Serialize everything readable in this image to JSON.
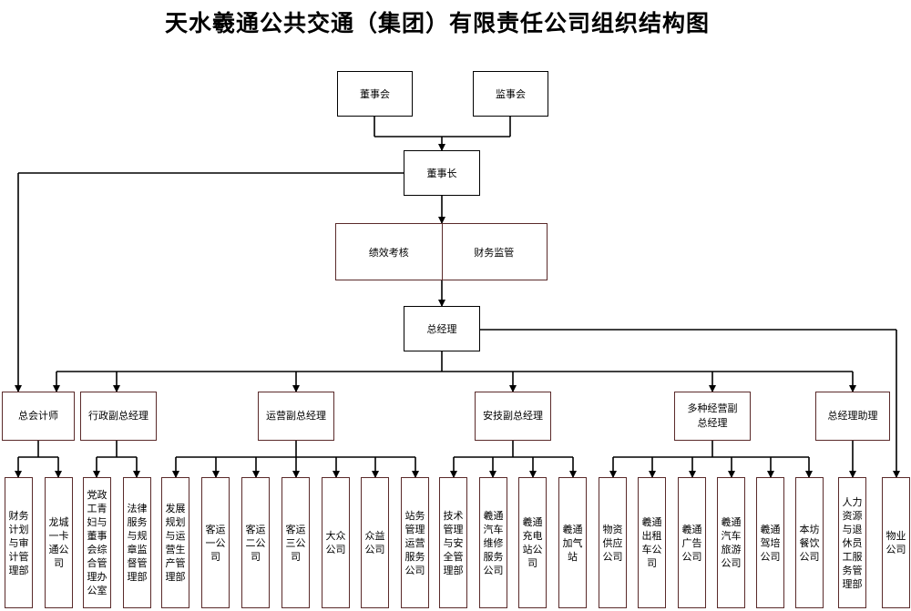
{
  "title": "天水羲通公共交通（集团）有限责任公司组织结构图",
  "colors": {
    "line": "#000000",
    "box_border": "#5a2a2a"
  },
  "top": {
    "board": "董事会",
    "supervisory": "监事会",
    "chairman": "董事长"
  },
  "oversight": {
    "performance": "绩效考核",
    "finance_supervision": "财务监管"
  },
  "gm": "总经理",
  "divisions": [
    {
      "label": "总会计师",
      "units": [
        "财务计划与审计管理部",
        "龙城一卡通公司"
      ]
    },
    {
      "label": "行政副总经理",
      "units": [
        "党政工青妇与董事会综合管理办公室",
        "法律服务与规章监督管理部"
      ]
    },
    {
      "label": "运营副总经理",
      "units": [
        "发展规划与运营生产管理部",
        "客运一公司",
        "客运二公司",
        "客运三公司",
        "大众公司",
        "众益公司",
        "站务管理运营服务公司"
      ]
    },
    {
      "label": "安技副总经理",
      "units": [
        "技术管理与安全管理部",
        "羲通汽车维修服务公司",
        "羲通充电站公司",
        "羲通加气站"
      ]
    },
    {
      "label": "多种经营副总经理",
      "units": [
        "物资供应公司",
        "羲通出租车公司",
        "羲通广告公司",
        "羲通汽车旅游公司",
        "羲通驾培公司",
        "本坊餐饮公司"
      ]
    },
    {
      "label": "总经理助理",
      "units": [
        "人力资源与退休员工服务管理部"
      ]
    }
  ],
  "direct_unit": "物业公司"
}
